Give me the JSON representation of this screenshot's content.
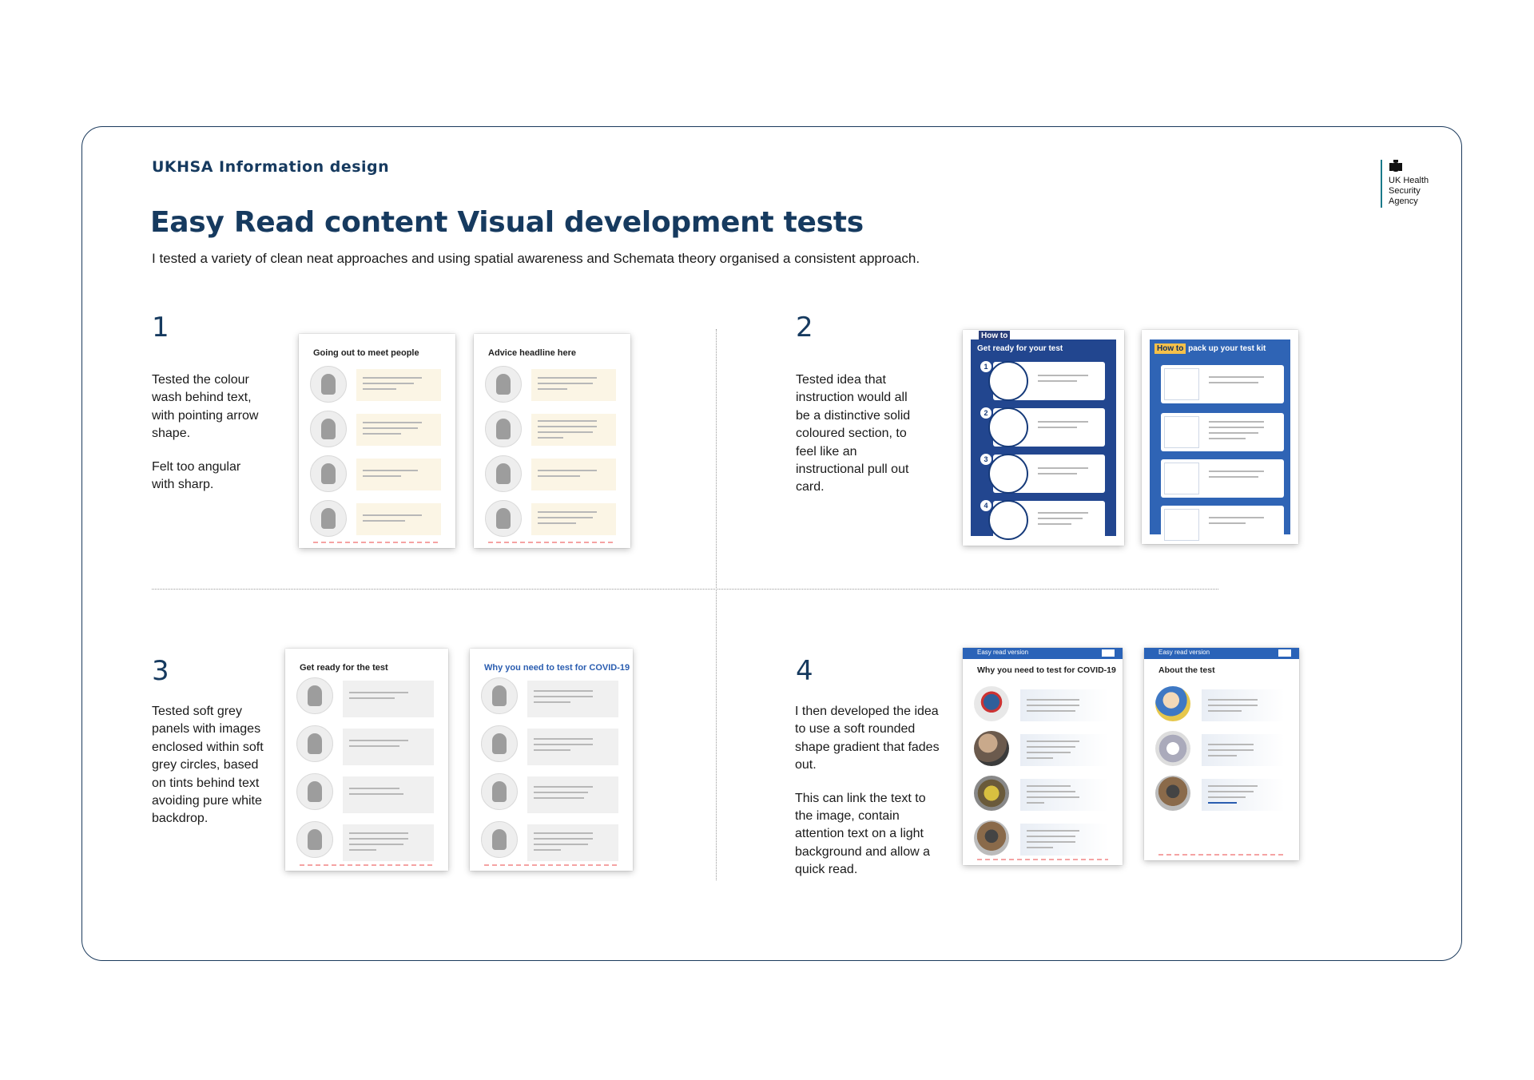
{
  "header": {
    "eyebrow": "UKHSA Information design",
    "title": "Easy Read content Visual development tests",
    "subtitle": "I tested a variety of clean neat approaches and using spatial awareness and Schemata theory organised a consistent approach."
  },
  "logo": {
    "line1": "UK Health",
    "line2": "Security",
    "line3": "Agency"
  },
  "quadrants": [
    {
      "number": "1",
      "paragraphs": [
        "Tested the colour wash behind text, with pointing arrow shape.",
        "Felt too angular with sharp."
      ],
      "pages": [
        {
          "heading": "Going out to meet people"
        },
        {
          "heading": "Advice headline here"
        }
      ]
    },
    {
      "number": "2",
      "paragraphs": [
        "Tested idea that instruction would all be a distinctive solid coloured section, to feel like an instructional  pull out card."
      ],
      "pages": [
        {
          "tab": "How to",
          "heading": "Get ready for your test"
        },
        {
          "tab": "How to",
          "heading": "pack up your test kit"
        }
      ]
    },
    {
      "number": "3",
      "paragraphs": [
        "Tested soft grey panels with images enclosed within soft grey circles, based on tints behind text avoiding pure white backdrop."
      ],
      "pages": [
        {
          "heading": "Get ready for the test"
        },
        {
          "heading": "Why you need to test for COVID-19"
        }
      ]
    },
    {
      "number": "4",
      "paragraphs": [
        "I then developed the idea to use a soft rounded shape gradient that fades out.",
        "This can link the text to the image, contain attention text on a light background and allow a quick read."
      ],
      "pages": [
        {
          "bar": "Easy read version",
          "heading": "Why you need to test for COVID-19"
        },
        {
          "bar": "Easy read version",
          "heading": "About the test"
        }
      ]
    }
  ],
  "colors": {
    "navy": "#163a5f",
    "frame": "#1b3a5c",
    "instruction_blue": "#22468f",
    "cream_wash": "#fbf5e5"
  }
}
